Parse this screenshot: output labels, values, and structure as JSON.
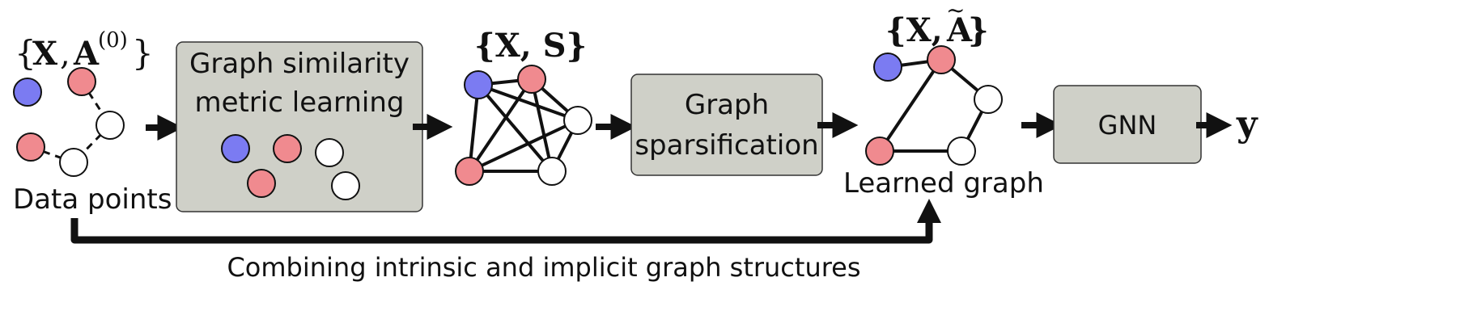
{
  "colors": {
    "blue_node": "#7b7bf2",
    "red_node": "#f08a8f",
    "white_node": "#ffffff",
    "box_fill": "#cfd0c8"
  },
  "stage1": {
    "set_open": "{",
    "set_X": "X",
    "set_comma": ",",
    "set_A": "A",
    "set_A_sup": "(0)",
    "set_close": "}",
    "caption": "Data points"
  },
  "box_metric": {
    "line1": "Graph similarity",
    "line2": "metric learning"
  },
  "stage2": {
    "set_label": "{X, S}"
  },
  "box_sparse": {
    "line1": "Graph",
    "line2": "sparsification"
  },
  "stage3": {
    "set_open": "{X, ",
    "set_A": "A",
    "set_tilde": "~",
    "set_close": "}",
    "caption": "Learned graph"
  },
  "box_gnn": {
    "label": "GNN"
  },
  "output": {
    "label": "y"
  },
  "feedback": {
    "caption": "Combining intrinsic and implicit graph structures"
  }
}
